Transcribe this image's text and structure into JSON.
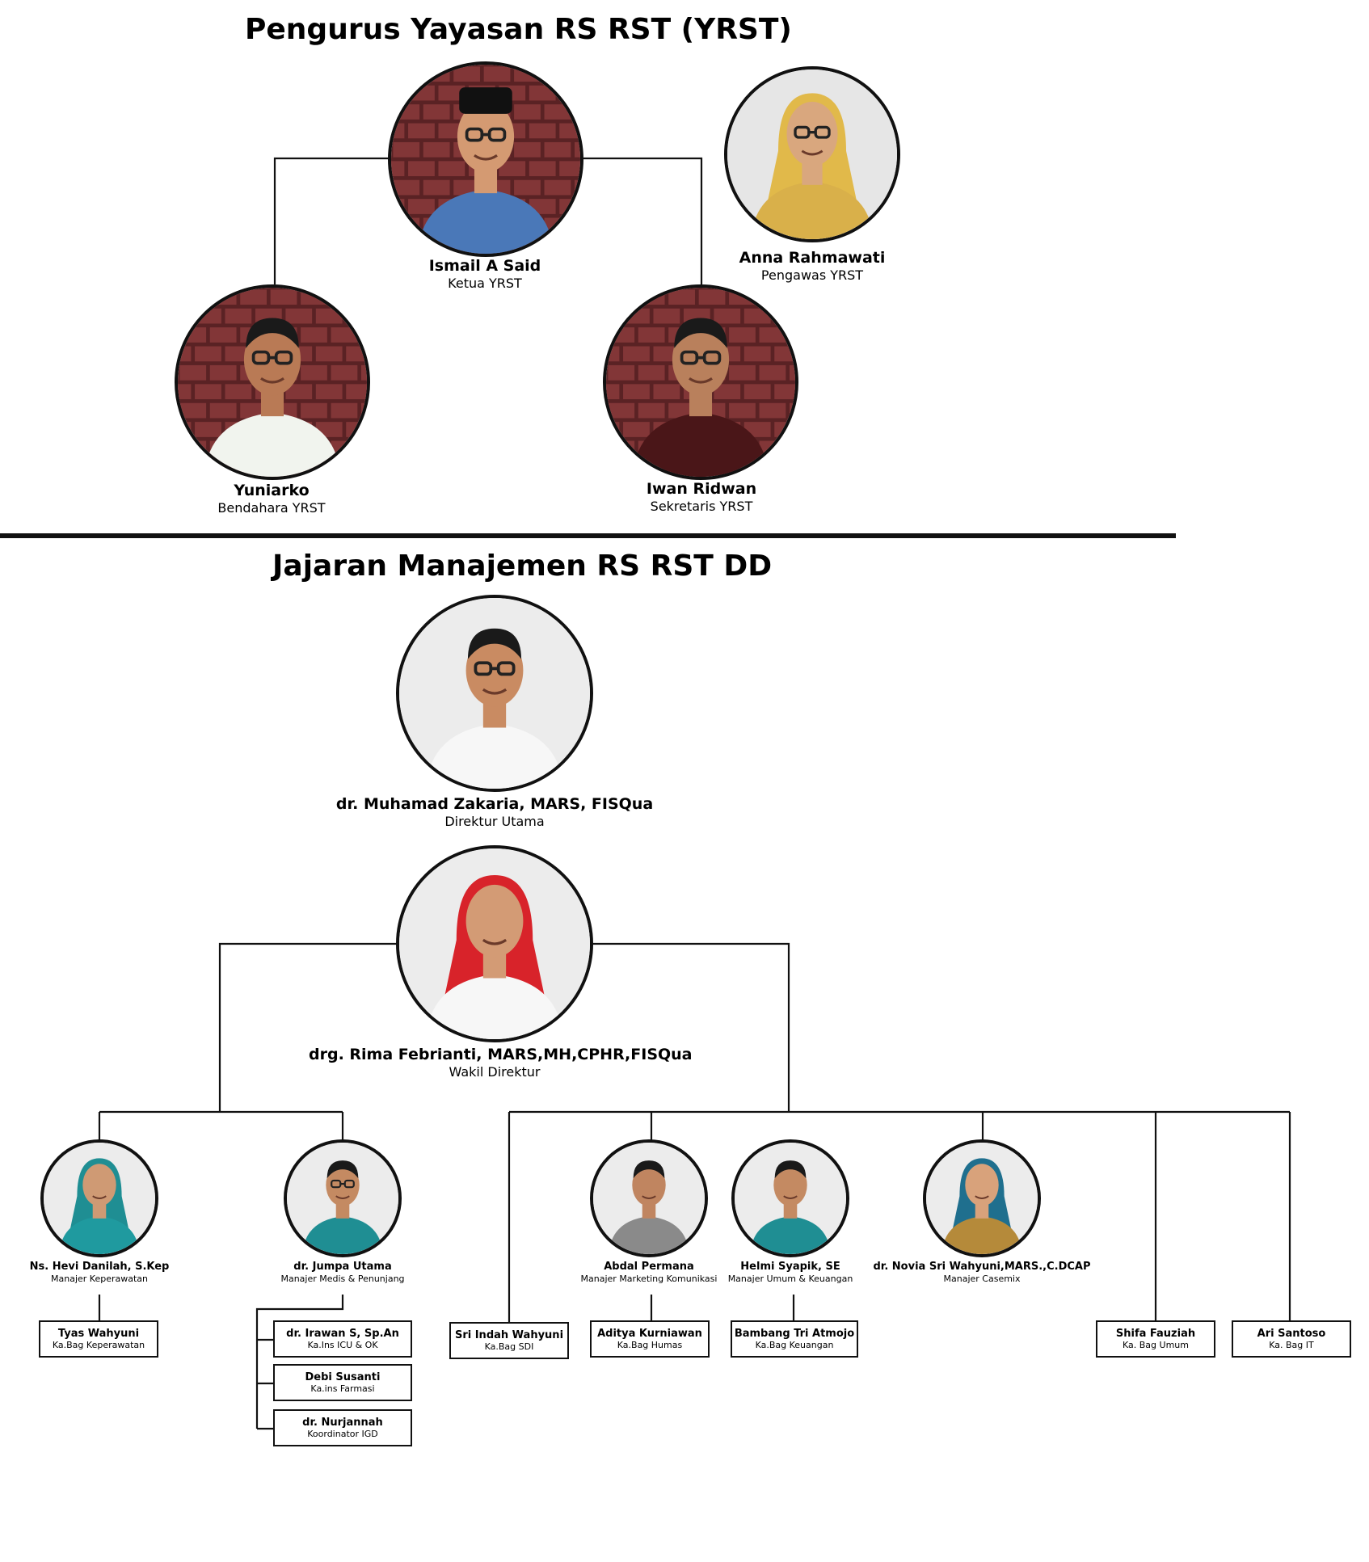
{
  "yayasan": {
    "title": "Pengurus Yayasan RS RST (YRST)",
    "ketua": {
      "name": "Ismail A Said",
      "role": "Ketua YRST"
    },
    "pengawas": {
      "name": "Anna Rahmawati",
      "role": "Pengawas YRST"
    },
    "bendahara": {
      "name": "Yuniarko",
      "role": "Bendahara YRST"
    },
    "sekretaris": {
      "name": "Iwan Ridwan",
      "role": "Sekretaris YRST"
    }
  },
  "manajemen": {
    "title": "Jajaran Manajemen RS RST DD",
    "direktur": {
      "name": "dr. Muhamad Zakaria, MARS, FISQua",
      "role": "Direktur Utama"
    },
    "wakil": {
      "name": "drg. Rima Febrianti, MARS,MH,CPHR,FISQua",
      "role": "Wakil Direktur"
    },
    "managers": [
      {
        "name": "Ns. Hevi Danilah, S.Kep",
        "role": "Manajer Keperawatan"
      },
      {
        "name": "dr. Jumpa Utama",
        "role": "Manajer Medis & Penunjang"
      },
      {
        "name": "Abdal Permana",
        "role": "Manajer Marketing Komunikasi"
      },
      {
        "name": "Helmi Syapik, SE",
        "role": "Manajer Umum & Keuangan"
      },
      {
        "name": "dr. Novia Sri Wahyuni,MARS.,C.DCAP",
        "role": "Manajer Casemix"
      }
    ],
    "units": [
      {
        "name": "Tyas Wahyuni",
        "role": "Ka.Bag Keperawatan"
      },
      {
        "name": "dr. Irawan S, Sp.An",
        "role": "Ka.Ins ICU & OK"
      },
      {
        "name": "Debi Susanti",
        "role": "Ka.ins Farmasi"
      },
      {
        "name": "dr. Nurjannah",
        "role": "Koordinator IGD"
      },
      {
        "name": "Sri Indah Wahyuni",
        "role": "Ka.Bag SDI"
      },
      {
        "name": "Aditya Kurniawan",
        "role": "Ka.Bag Humas"
      },
      {
        "name": "Bambang Tri Atmojo",
        "role": "Ka.Bag Keuangan"
      },
      {
        "name": "Shifa Fauziah",
        "role": "Ka. Bag Umum"
      },
      {
        "name": "Ari Santoso",
        "role": "Ka. Bag IT"
      }
    ]
  },
  "colors": {
    "line": "#111111",
    "teal": "#1f8e93",
    "brick": "#7a2e30",
    "photo_bg": "#e9e9e9",
    "hijab_red": "#d8232a",
    "hijab_gold": "#e1b94a"
  },
  "icons": [
    "person-photo-icon"
  ]
}
